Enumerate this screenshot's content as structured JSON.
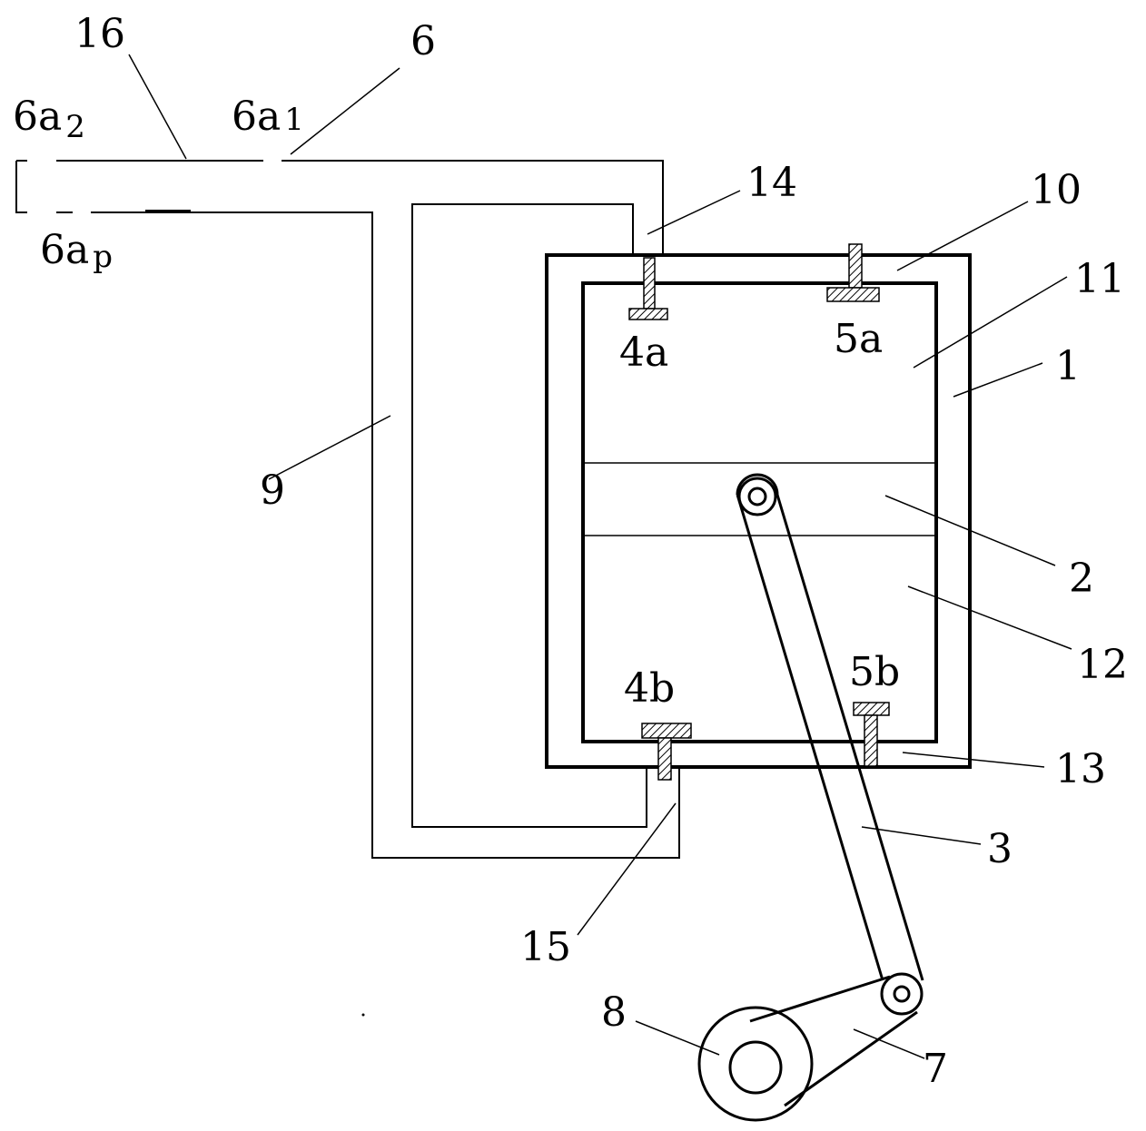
{
  "colors": {
    "ink": "#000000",
    "paper": "#ffffff",
    "hatch": "#000000"
  },
  "labels": {
    "l16": "16",
    "l6": "6",
    "l6a2": "6a",
    "l6a2_sub": "2",
    "l6a1": "6a",
    "l6a1_sub": "1",
    "l6ap": "6a",
    "l6ap_sub": "p",
    "l14": "14",
    "l10": "10",
    "l11": "11",
    "l1": "1",
    "l4a": "4a",
    "l5a": "5a",
    "l9": "9",
    "l2": "2",
    "l12": "12",
    "l4b": "4b",
    "l5b": "5b",
    "l13": "13",
    "l3": "3",
    "l15": "15",
    "l8": "8",
    "l7": "7"
  }
}
